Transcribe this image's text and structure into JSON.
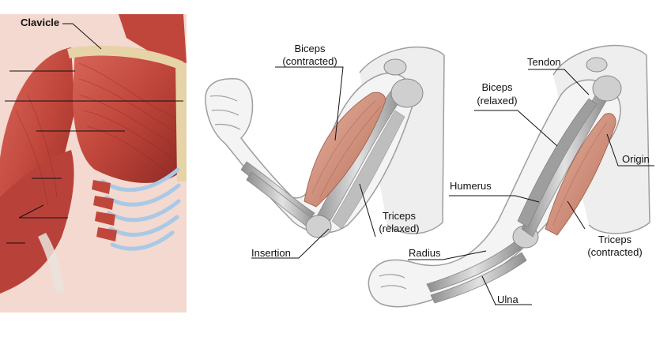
{
  "colors": {
    "muscle": "#c0463b",
    "muscle_dark": "#8f2a24",
    "muscle_light": "#d9675a",
    "bone": "#c9c9c9",
    "bone_shade": "#9a9a9a",
    "arm_outline": "#9e9e9e",
    "tendon": "#e7d3a8",
    "rib_cartilage": "#a9c9e6",
    "contracted_muscle": "#d39a86",
    "skin_bg": "#f3d9cf"
  },
  "labels": {
    "clavicle": "Clavicle",
    "biceps_contracted_1": "Biceps",
    "biceps_contracted_2": "(contracted)",
    "triceps_relaxed_1": "Triceps",
    "triceps_relaxed_2": "(relaxed)",
    "insertion": "Insertion",
    "tendon": "Tendon",
    "biceps_relaxed_1": "Biceps",
    "biceps_relaxed_2": "(relaxed)",
    "origin": "Origin",
    "humerus": "Humerus",
    "radius": "Radius",
    "triceps_contracted_1": "Triceps",
    "triceps_contracted_2": "(contracted)",
    "ulna": "Ulna"
  }
}
